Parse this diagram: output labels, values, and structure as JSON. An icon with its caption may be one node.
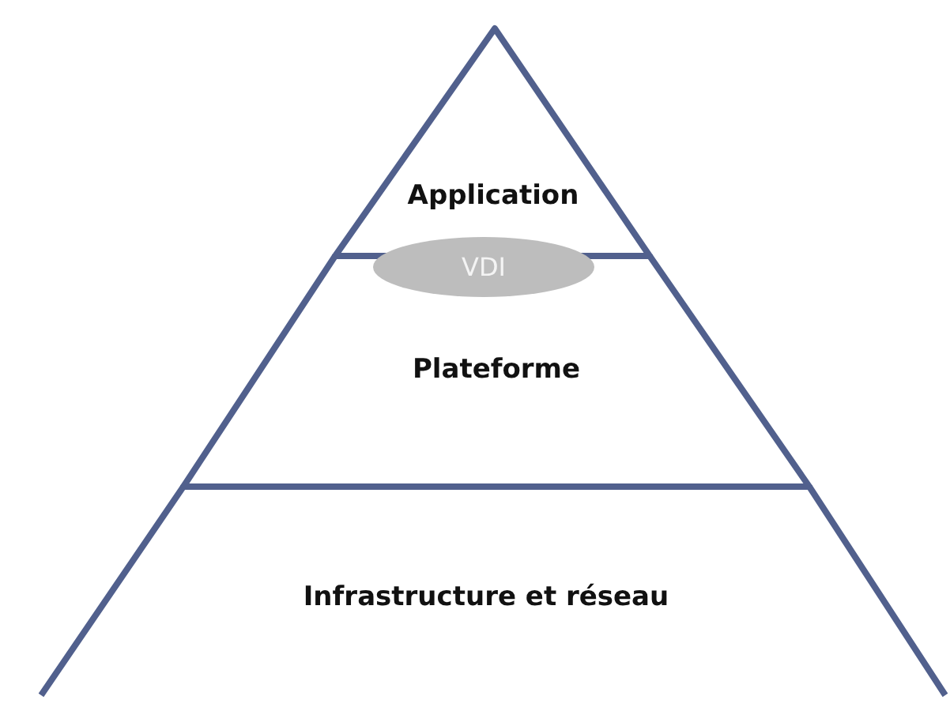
{
  "diagram": {
    "nodes": [
      {
        "text": [
          "Application"
        ]
      },
      {
        "text": [
          "Plateforme"
        ]
      },
      {
        "text": [
          "Infrastructure et réseau"
        ]
      },
      {
        "text": [
          "VDI"
        ]
      }
    ]
  }
}
